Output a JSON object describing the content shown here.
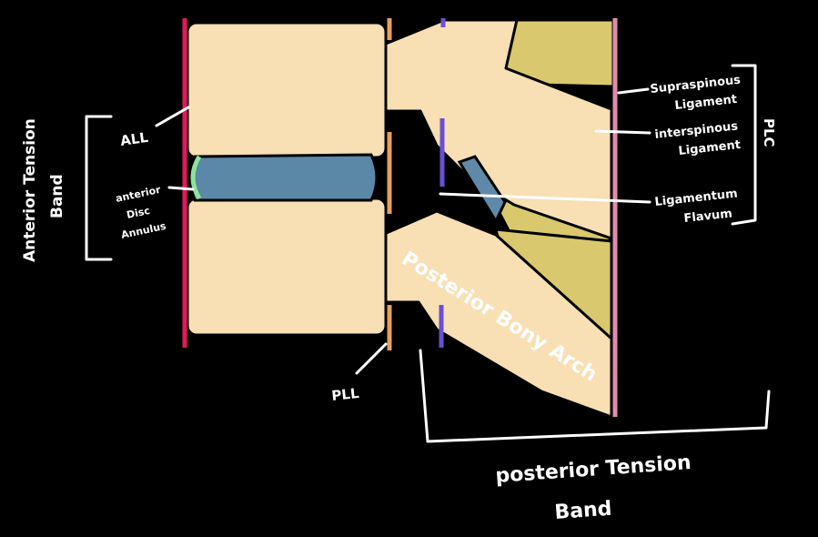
{
  "labels": {
    "all": "ALL",
    "anterior_disc_annulus": [
      "anterior",
      "Disc",
      "Annulus"
    ],
    "anterior_tension_band": [
      "Anterior Tension",
      "Band"
    ],
    "supraspinous_ligament": [
      "Supraspinous",
      "Ligament"
    ],
    "interspinous_ligament": [
      "interspinous",
      "Ligament"
    ],
    "ligamentum_flavum": [
      "Ligamentum",
      "Flavum"
    ],
    "plc": "PLC",
    "pll": "PLL",
    "posterior_bony_arch": "Posterior Bony Arch",
    "posterior_tension_band": [
      "posterior Tension",
      "Band"
    ]
  },
  "colors": {
    "background": "#000000",
    "vertebral_body": "#f8dfb4",
    "disc": "#5a88a6",
    "disc_annulus": "#8ee39a",
    "all_line": "#e4195a",
    "pll_line": "#e2a25e",
    "flavum_line": "#6a4fd6",
    "flavum": "#6088a8",
    "supraspinous": "#e08bb2",
    "interspinous": "#d9c86e",
    "label": "#ffffff"
  }
}
